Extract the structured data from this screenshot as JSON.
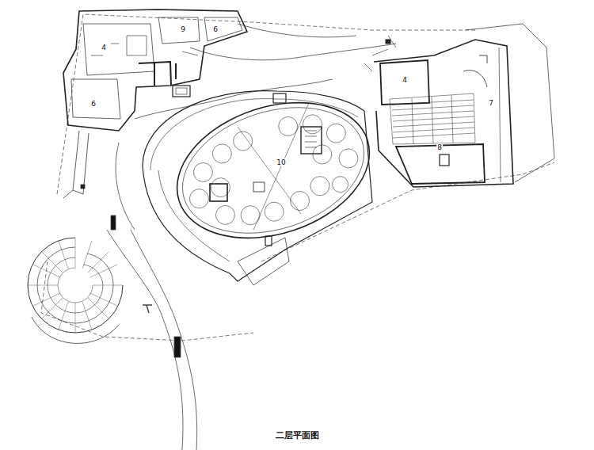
{
  "diagram": {
    "caption": "二层平面图",
    "labels": [
      "4",
      "9",
      "6",
      "6",
      "4",
      "7",
      "8",
      "10"
    ]
  }
}
